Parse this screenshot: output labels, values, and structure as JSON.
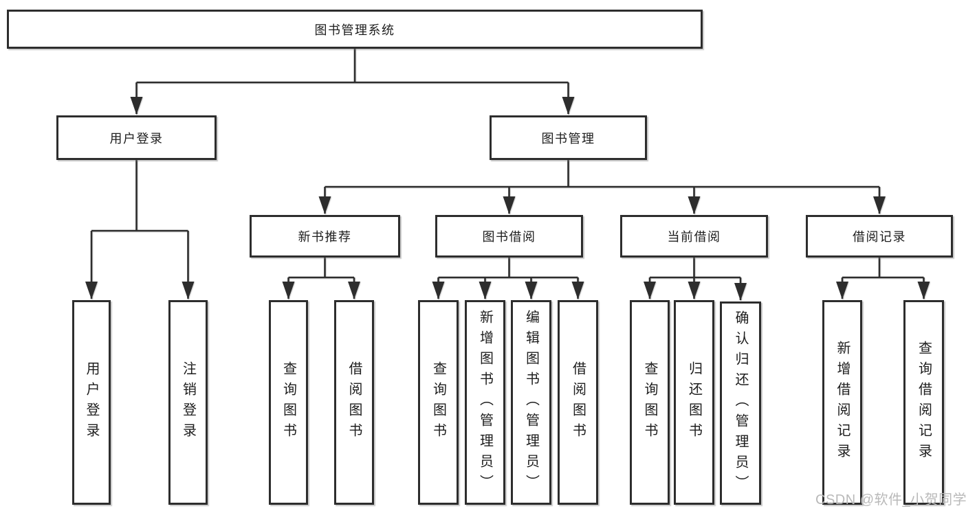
{
  "nodes": {
    "root": "图书管理系统",
    "level2": [
      "用户登录",
      "图书管理"
    ],
    "level3": [
      "新书推荐",
      "图书借阅",
      "当前借阅",
      "借阅记录"
    ],
    "leaves_user_login": [
      "用户登录",
      "注销登录"
    ],
    "leaves_new_book": [
      "查询图书",
      "借阅图书"
    ],
    "leaves_book_borrow": [
      "查询图书",
      "新增图书（管理员）",
      "编辑图书（管理员）",
      "借阅图书"
    ],
    "leaves_current_borrow": [
      "查询图书",
      "归还图书",
      "确认归还（管理员）"
    ],
    "leaves_borrow_record": [
      "新增借阅记录",
      "查询借阅记录"
    ]
  },
  "watermark": "CSDN @软件_小贺同学",
  "colors": {
    "line": "#2d2d2d",
    "text": "#1d1d1d",
    "bg": "#ffffff",
    "watermark": "#b9b9b9"
  }
}
